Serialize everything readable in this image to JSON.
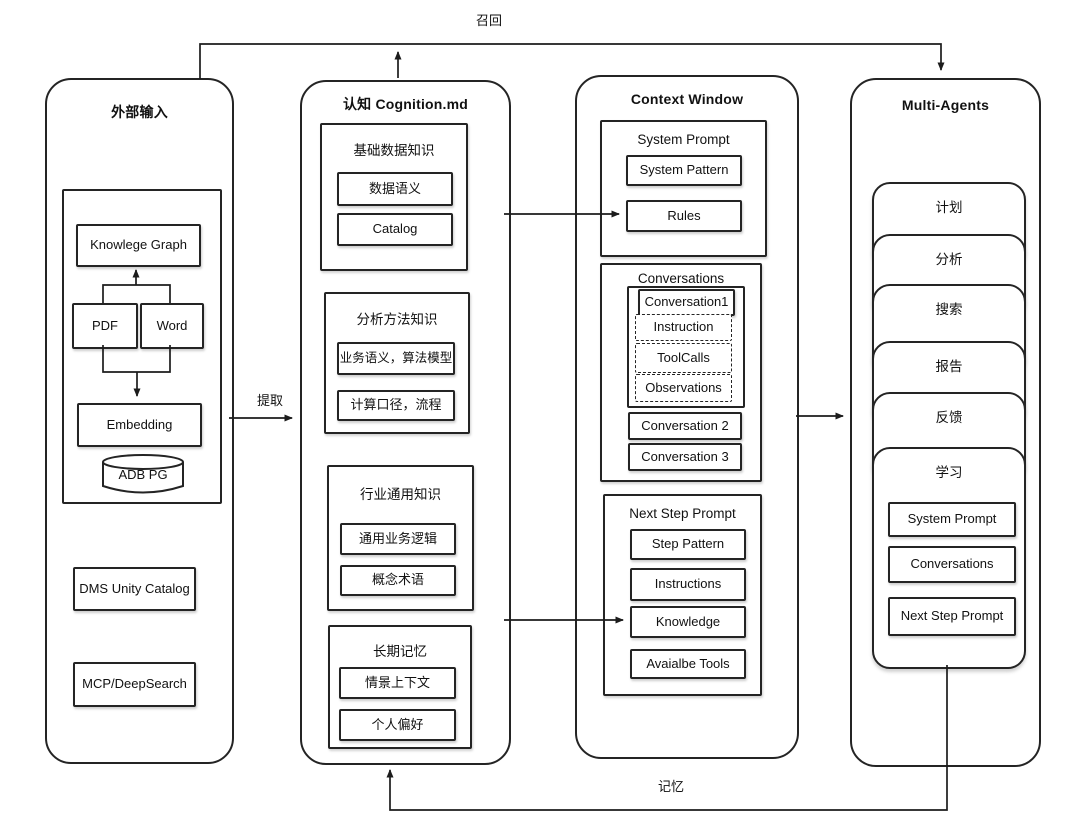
{
  "style": {
    "stroke": "#242424",
    "background": "#ffffff",
    "text": "#111111"
  },
  "edges": {
    "recall_label": "召回",
    "extract_label": "提取",
    "memory_label": "记忆"
  },
  "external_input": {
    "title": "外部输入",
    "knowledge_graph": "Knowlege Graph",
    "pdf": "PDF",
    "word": "Word",
    "embedding": "Embedding",
    "adb_pg": "ADB PG",
    "dms_unity_catalog": "DMS Unity Catalog",
    "mcp_deepsearch": "MCP/DeepSearch"
  },
  "cognition": {
    "title": "认知 Cognition.md",
    "sections": [
      {
        "title": "基础数据知识",
        "items": [
          "数据语义",
          "Catalog"
        ]
      },
      {
        "title": "分析方法知识",
        "items": [
          "业务语义，算法模型",
          "计算口径，流程"
        ]
      },
      {
        "title": "行业通用知识",
        "items": [
          "通用业务逻辑",
          "概念术语"
        ]
      },
      {
        "title": "长期记忆",
        "items": [
          "情景上下文",
          "个人偏好"
        ]
      }
    ]
  },
  "context_window": {
    "title": "Context Window",
    "system_prompt": {
      "title": "System Prompt",
      "items": [
        "System Pattern",
        "Rules"
      ]
    },
    "conversations": {
      "title": "Conversations",
      "conversation1": "Conversation1",
      "steps": [
        "Instruction",
        "ToolCalls",
        "Observations"
      ],
      "others": [
        "Conversation 2",
        "Conversation 3"
      ]
    },
    "next_step_prompt": {
      "title": "Next Step Prompt",
      "items": [
        "Step Pattern",
        "Instructions",
        "Knowledge",
        "Avaialbe Tools"
      ]
    }
  },
  "multi_agents": {
    "title": "Multi-Agents",
    "agents": [
      "计划",
      "分析",
      "搜索",
      "报告",
      "反馈",
      "学习"
    ],
    "learning_items": [
      "System Prompt",
      "Conversations",
      "Next Step Prompt"
    ]
  }
}
